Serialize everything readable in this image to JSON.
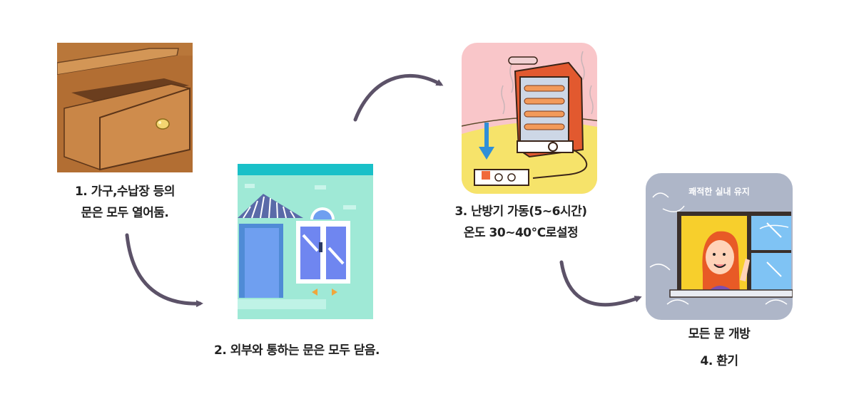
{
  "steps": [
    {
      "number": "1.",
      "lines": [
        "1. 가구,수납장 등의",
        "문은 모두 열어둠."
      ]
    },
    {
      "number": "2.",
      "lines": [
        "2. 외부와 통하는 문은 모두 닫음."
      ]
    },
    {
      "number": "3.",
      "lines": [
        "3. 난방기 가동(5~6시간)",
        "온도 30~40℃로설정"
      ]
    },
    {
      "number": "4.",
      "lines": [
        "모든 문 개방",
        "4. 환기"
      ],
      "bubble": "쾌적한 실내 유지"
    }
  ],
  "colors": {
    "arrow": "#5c5268",
    "wood": "#b9773a",
    "building_wall": "#9fe9d6",
    "building_trim": "#19c0c8",
    "heater_bg": "#f9c6c9",
    "heater_floor": "#f6e36a",
    "vent_bg": "#aeb6c8",
    "window_yellow": "#f7cf2c"
  },
  "icons": [
    "drawer-illustration",
    "building-illustration",
    "heater-illustration",
    "ventilation-illustration"
  ]
}
